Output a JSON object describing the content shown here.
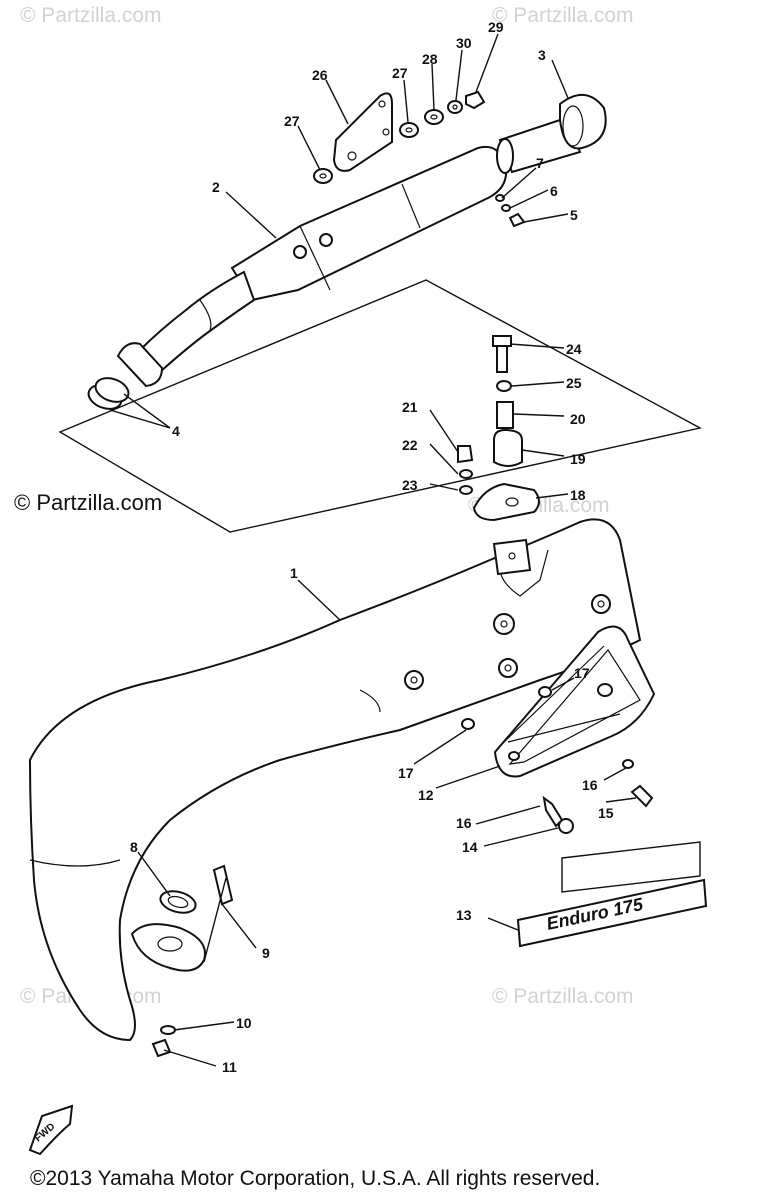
{
  "watermarks": {
    "top_left": "© Partzilla.com",
    "top_right": "© Partzilla.com",
    "mid_right": "© Partzilla.com",
    "bottom_left": "© Partzilla.com",
    "bottom_right": "© Partzilla.com",
    "main": "© Partzilla.com"
  },
  "copyright": "©2013 Yamaha Motor Corporation, U.S.A. All rights reserved.",
  "decal_text": "Enduro 175",
  "fwd_label": "FWD",
  "part_numbers": [
    "1",
    "2",
    "3",
    "4",
    "5",
    "6",
    "7",
    "8",
    "9",
    "10",
    "11",
    "12",
    "13",
    "14",
    "15",
    "16",
    "16",
    "17",
    "17",
    "18",
    "19",
    "20",
    "21",
    "22",
    "23",
    "24",
    "25",
    "26",
    "27",
    "27",
    "28",
    "29",
    "30"
  ]
}
